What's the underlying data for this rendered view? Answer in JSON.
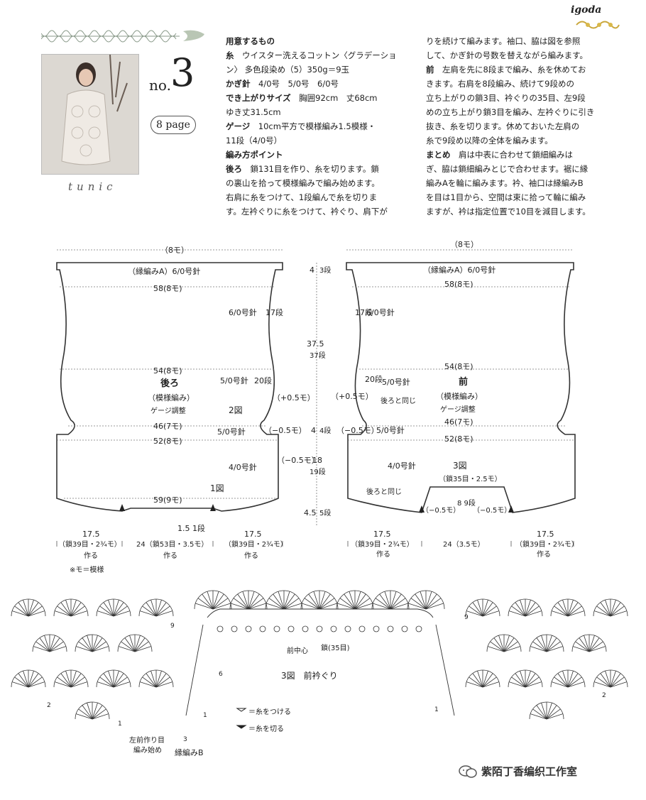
{
  "brand": "igoda",
  "header": {
    "no_prefix": "no.",
    "number": "3",
    "page_ref": "8 page",
    "subtitle": "tunic"
  },
  "instructions": {
    "col1": [
      {
        "head": "用意するもの",
        "text": ""
      },
      {
        "head": "糸",
        "text": "ウイスター洗えるコットン〈グラデーショ"
      },
      {
        "head": "",
        "text": "ン〉 多色段染め（5）350g＝9玉"
      },
      {
        "head": "かぎ針",
        "text": "4/0号　5/0号　6/0号"
      },
      {
        "head": "でき上がりサイズ",
        "text": "胸囲92cm　丈68cm"
      },
      {
        "head": "",
        "text": "ゆき丈31.5cm"
      },
      {
        "head": "ゲージ",
        "text": "10cm平方で模様編み1.5模様・"
      },
      {
        "head": "",
        "text": "11段（4/0号）"
      },
      {
        "head": "編み方ポイント",
        "text": ""
      },
      {
        "head": "後ろ",
        "text": "鎖131目を作り、糸を切ります。鎖"
      },
      {
        "head": "",
        "text": "の裏山を拾って模様編みで編み始めます。"
      },
      {
        "head": "",
        "text": "右肩に糸をつけて、1段編んで糸を切りま"
      },
      {
        "head": "",
        "text": "す。左衿ぐりに糸をつけて、衿ぐり、肩下が"
      }
    ],
    "col2": [
      {
        "head": "",
        "text": "りを続けて編みます。袖口、脇は図を参照"
      },
      {
        "head": "",
        "text": "して、かぎ針の号数を替えながら編みます。"
      },
      {
        "head": "前",
        "text": "左肩を先に8段まで編み、糸を休めてお"
      },
      {
        "head": "",
        "text": "きます。右肩を8段編み、続けて9段めの"
      },
      {
        "head": "",
        "text": "立ち上がりの鎖3目、衿ぐりの35目、左9段"
      },
      {
        "head": "",
        "text": "めの立ち上がり鎖3目を編み、左衿ぐりに引き"
      },
      {
        "head": "",
        "text": "抜き、糸を切ります。休めておいた左肩の"
      },
      {
        "head": "",
        "text": "糸で9段め以降の全体を編みます。"
      },
      {
        "head": "まとめ",
        "text": "肩は中表に合わせて鎖細編みは"
      },
      {
        "head": "",
        "text": "ぎ、脇は鎖細編みとじで合わせます。裾に縁"
      },
      {
        "head": "",
        "text": "編みAを輪に編みます。衿、袖口は縁編みB"
      },
      {
        "head": "",
        "text": "を目は1目から、空間は束に拾って輪に編み"
      },
      {
        "head": "",
        "text": "ますが、衿は指定位置で10目を減目します。"
      }
    ]
  },
  "diagram_back": {
    "top_width": "（8モ）",
    "border": "（縁編みA）6/0号針",
    "w58": "58(8モ)",
    "needle_6": "6/0号針",
    "rows_17": "17段",
    "w54": "54(8モ)",
    "title": "後ろ",
    "pattern": "（模様編み）",
    "gauge": "ゲージ調整",
    "needle_5a": "5/0号針",
    "rows_20": "20段",
    "plus05": "（+0.5モ）",
    "fig2": "2図",
    "w46": "46(7モ)",
    "needle_5b": "5/0号針",
    "minus05": "（−0.5モ）",
    "w52": "52(8モ)",
    "needle_4": "4/0号針",
    "minus05b": "（−0.5モ）",
    "fig1": "1図",
    "w59": "59(9モ)",
    "rows_1": "1.5 1段",
    "b1_num": "17.5",
    "b1_sub": "（鎖39目・2¾モ）",
    "b1_make": "作る",
    "b2": "24（鎖53目・3.5モ）",
    "b2_make": "作る",
    "b3_num": "17.5",
    "b3_sub": "（鎖39目・2¾モ）",
    "b3_make": "作る",
    "note": "※モ＝模様"
  },
  "diagram_mid": {
    "top": "4",
    "rows3": "3段",
    "len": "37.5",
    "rows37": "37段",
    "m4": "4",
    "rows4": "4段",
    "m18": "18",
    "rows19": "19段",
    "m45": "4.5",
    "rows5": "5段"
  },
  "diagram_front": {
    "top_width": "（8モ）",
    "border": "（縁編みA）6/0号針",
    "w58": "58(8モ)",
    "rows_17": "17段",
    "needle_6": "6/0号針",
    "w54": "54(8モ)",
    "rows_20": "20段",
    "needle_5a": "5/0号針",
    "title": "前",
    "plus05": "（+0.5モ）",
    "same_as_back": "後ろと同じ",
    "pattern": "（模様編み）",
    "gauge": "ゲージ調整",
    "w46": "46(7モ)",
    "minus05": "（−0.5モ）",
    "needle_5b": "5/0号針",
    "w52": "52(8モ)",
    "needle_4": "4/0号針",
    "fig3": "3図",
    "chain35": "（鎖35目・2.5モ）",
    "same_as_back2": "後ろと同じ",
    "neck_rows": "8 9段",
    "minus05c": "（−0.5モ）",
    "minus05d": "（−0.5モ）",
    "b1_num": "17.5",
    "b1_sub": "（鎖39目・2¾モ）",
    "b1_make": "作る",
    "b2": "24（3.5モ）",
    "b3_num": "17.5",
    "b3_sub": "（鎖39目・2¾モ）",
    "b3_make": "作る"
  },
  "chart": {
    "front_center": "前中心",
    "chain35": "鎖(35目)",
    "fig_caption": "3図　前衿ぐり",
    "legend_attach": "＝糸をつける",
    "legend_cut": "＝糸を切る",
    "left_note1": "左前作り目",
    "left_note2": "編み始め",
    "edging": "縁編みB",
    "row9": "9",
    "row6": "6",
    "row2": "2",
    "row1": "1",
    "row3": "3"
  },
  "watermark": "紫陌丁香编织工作室"
}
